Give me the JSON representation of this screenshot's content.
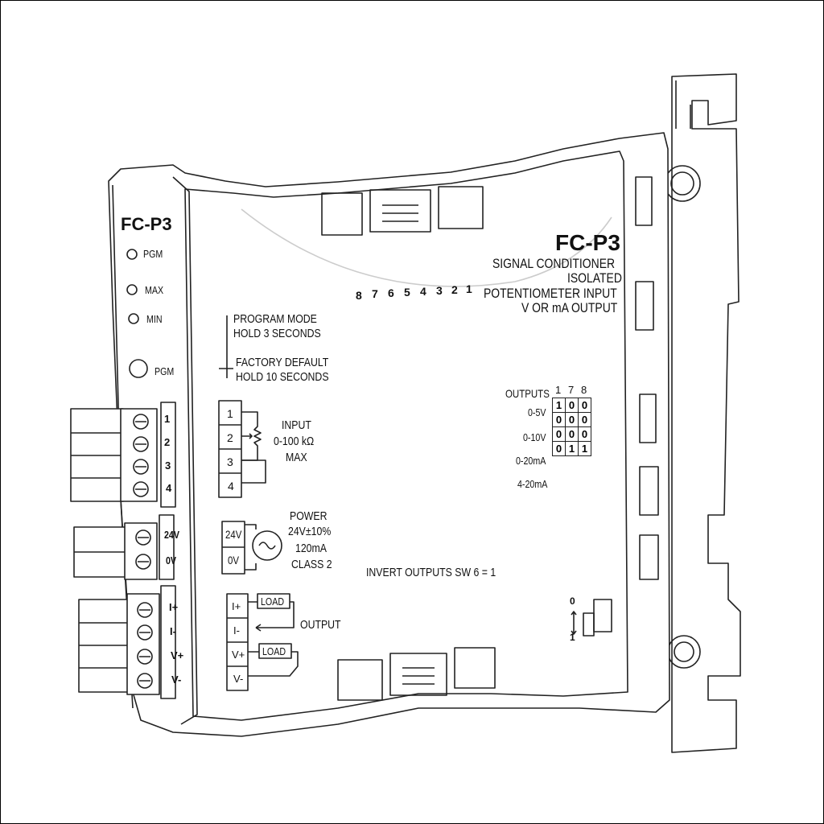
{
  "device": {
    "model_side": "FC-P3",
    "model_front": "FC-P3",
    "desc": [
      "SIGNAL CONDITIONER",
      "ISOLATED",
      "POTENTIOMETER INPUT",
      "V OR mA OUTPUT"
    ]
  },
  "leds": [
    {
      "label": "PGM"
    },
    {
      "label": "MAX"
    },
    {
      "label": "MIN"
    }
  ],
  "button": {
    "label": "PGM"
  },
  "mode_text": {
    "program": [
      "PROGRAM MODE",
      "HOLD 3 SECONDS"
    ],
    "factory": [
      "FACTORY DEFAULT",
      "HOLD 10 SECONDS"
    ]
  },
  "dip_numbers": [
    "8",
    "7",
    "6",
    "5",
    "4",
    "3",
    "2",
    "1"
  ],
  "terminals": {
    "input": [
      "1",
      "2",
      "3",
      "4"
    ],
    "power": [
      "24V",
      "0V"
    ],
    "output": [
      "I+",
      "I-",
      "V+",
      "V-"
    ]
  },
  "input_text": [
    "INPUT",
    "0-100 kΩ",
    "MAX"
  ],
  "power_text": [
    "POWER",
    "24V±10%",
    "120mA",
    "CLASS 2"
  ],
  "output_text": {
    "label": "OUTPUT",
    "load": "LOAD"
  },
  "outputs_table": {
    "header": "OUTPUTS",
    "columns": [
      "1",
      "7",
      "8"
    ],
    "rows": [
      {
        "label": "0-5V",
        "values": [
          "1",
          "0",
          "0"
        ]
      },
      {
        "label": "0-10V",
        "values": [
          "0",
          "0",
          "0"
        ]
      },
      {
        "label": "0-20mA",
        "values": [
          "0",
          "0",
          "0"
        ]
      },
      {
        "label": "4-20mA",
        "values": [
          "0",
          "1",
          "1"
        ]
      }
    ]
  },
  "invert_text": "INVERT OUTPUTS SW 6 = 1",
  "switch_label": {
    "top": "0",
    "bottom": "1"
  }
}
